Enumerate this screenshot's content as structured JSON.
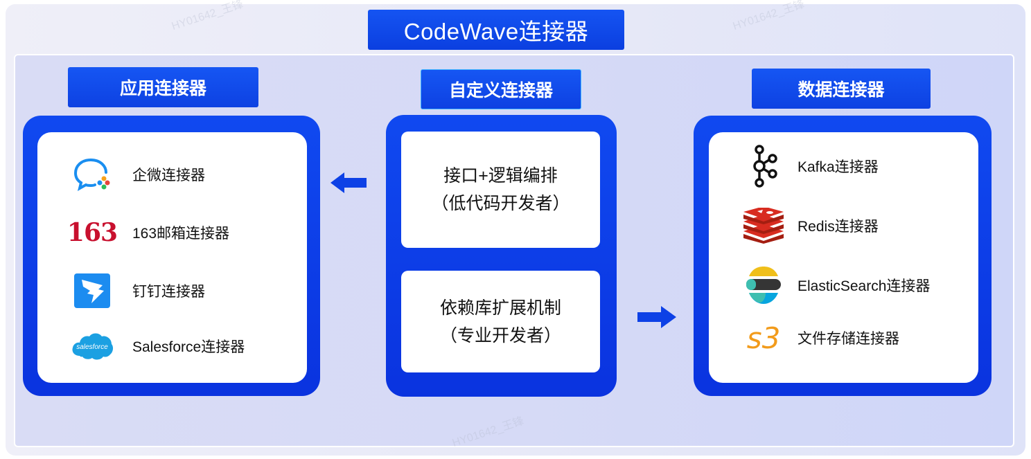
{
  "title": "CodeWave连接器",
  "watermark": "HY01642_王锋",
  "left": {
    "label": "应用连接器",
    "items": [
      {
        "icon": "wecom-icon",
        "label": "企微连接器"
      },
      {
        "icon": "netease-163-icon",
        "icon_text": "163",
        "label": "163邮箱连接器"
      },
      {
        "icon": "dingtalk-icon",
        "label": "钉钉连接器"
      },
      {
        "icon": "salesforce-icon",
        "icon_text": "salesforce",
        "label": "Salesforce连接器"
      }
    ]
  },
  "center": {
    "label": "自定义连接器",
    "cards": [
      {
        "line1": "接口+逻辑编排",
        "line2": "（低代码开发者）"
      },
      {
        "line1": "依赖库扩展机制",
        "line2": "（专业开发者）"
      }
    ]
  },
  "right": {
    "label": "数据连接器",
    "items": [
      {
        "icon": "kafka-icon",
        "label": "Kafka连接器"
      },
      {
        "icon": "redis-icon",
        "label": "Redis连接器"
      },
      {
        "icon": "elasticsearch-icon",
        "label": "ElasticSearch连接器"
      },
      {
        "icon": "s3-icon",
        "icon_text": "s3",
        "label": "文件存储连接器"
      }
    ]
  },
  "colors": {
    "primary": "#0b3fe0",
    "accent": "#1656f3",
    "card": "#ffffff"
  }
}
